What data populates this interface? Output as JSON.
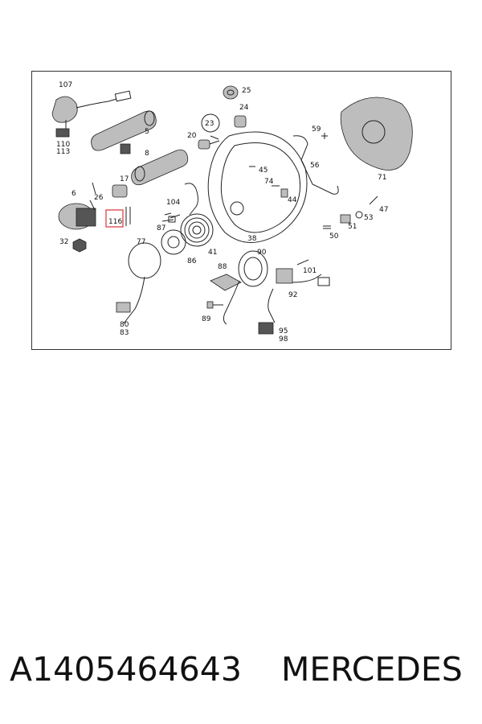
{
  "diagram": {
    "highlighted_label": "116",
    "highlight_color": "#e0404a",
    "labels": [
      "107",
      "25",
      "24",
      "23",
      "20",
      "5",
      "8",
      "110",
      "113",
      "59",
      "56",
      "71",
      "45",
      "74",
      "44",
      "17",
      "6",
      "26",
      "104",
      "87",
      "116",
      "32",
      "77",
      "86",
      "41",
      "38",
      "53",
      "47",
      "51",
      "50",
      "88",
      "90",
      "101",
      "92",
      "89",
      "80",
      "83",
      "95",
      "98"
    ]
  },
  "footer": {
    "part_number": "A1405464643",
    "brand": "MERCEDES"
  }
}
